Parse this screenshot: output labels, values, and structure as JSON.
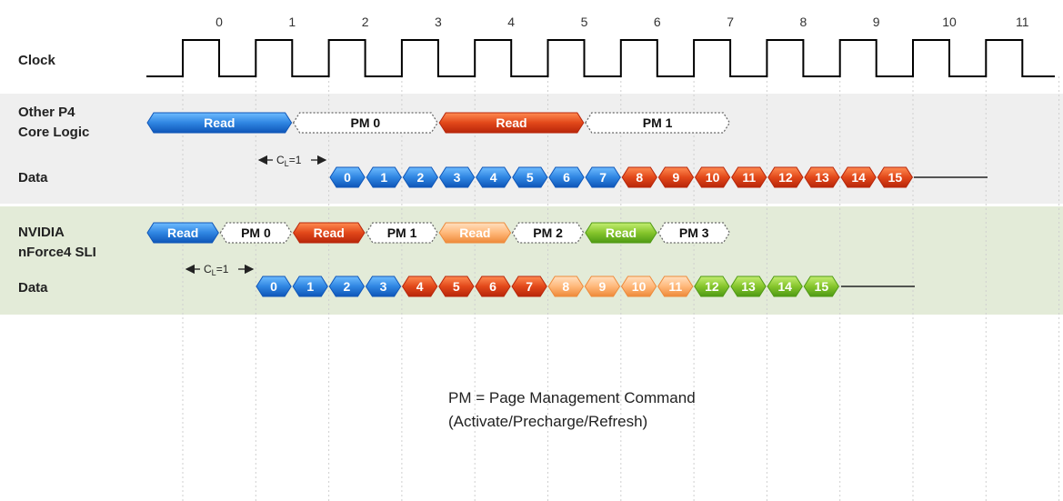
{
  "clock": {
    "label": "Clock",
    "ticks": [
      "0",
      "1",
      "2",
      "3",
      "4",
      "5",
      "6",
      "7",
      "8",
      "9",
      "10",
      "11"
    ]
  },
  "other": {
    "label_line1": "Other P4",
    "label_line2": "Core Logic",
    "data_label": "Data",
    "cl": {
      "c": "C",
      "sub": "L",
      "rest": "=1"
    },
    "commands": [
      {
        "text": "Read",
        "kind": "read",
        "color": "blue"
      },
      {
        "text": "PM 0",
        "kind": "pm"
      },
      {
        "text": "Read",
        "kind": "read",
        "color": "red"
      },
      {
        "text": "PM 1",
        "kind": "pm"
      }
    ],
    "data": [
      {
        "text": "0",
        "color": "blue"
      },
      {
        "text": "1",
        "color": "blue"
      },
      {
        "text": "2",
        "color": "blue"
      },
      {
        "text": "3",
        "color": "blue"
      },
      {
        "text": "4",
        "color": "blue"
      },
      {
        "text": "5",
        "color": "blue"
      },
      {
        "text": "6",
        "color": "blue"
      },
      {
        "text": "7",
        "color": "blue"
      },
      {
        "text": "8",
        "color": "red"
      },
      {
        "text": "9",
        "color": "red"
      },
      {
        "text": "10",
        "color": "red"
      },
      {
        "text": "11",
        "color": "red"
      },
      {
        "text": "12",
        "color": "red"
      },
      {
        "text": "13",
        "color": "red"
      },
      {
        "text": "14",
        "color": "red"
      },
      {
        "text": "15",
        "color": "red"
      }
    ]
  },
  "nvidia": {
    "label_line1": "NVIDIA",
    "label_line2": "nForce4 SLI",
    "data_label": "Data",
    "cl": {
      "c": "C",
      "sub": "L",
      "rest": "=1"
    },
    "commands": [
      {
        "text": "Read",
        "kind": "read",
        "color": "blue"
      },
      {
        "text": "PM 0",
        "kind": "pm"
      },
      {
        "text": "Read",
        "kind": "read",
        "color": "red"
      },
      {
        "text": "PM 1",
        "kind": "pm"
      },
      {
        "text": "Read",
        "kind": "read",
        "color": "orange"
      },
      {
        "text": "PM 2",
        "kind": "pm"
      },
      {
        "text": "Read",
        "kind": "read",
        "color": "green"
      },
      {
        "text": "PM 3",
        "kind": "pm"
      }
    ],
    "data": [
      {
        "text": "0",
        "color": "blue"
      },
      {
        "text": "1",
        "color": "blue"
      },
      {
        "text": "2",
        "color": "blue"
      },
      {
        "text": "3",
        "color": "blue"
      },
      {
        "text": "4",
        "color": "red"
      },
      {
        "text": "5",
        "color": "red"
      },
      {
        "text": "6",
        "color": "red"
      },
      {
        "text": "7",
        "color": "red"
      },
      {
        "text": "8",
        "color": "orange"
      },
      {
        "text": "9",
        "color": "orange"
      },
      {
        "text": "10",
        "color": "orange"
      },
      {
        "text": "11",
        "color": "orange"
      },
      {
        "text": "12",
        "color": "green"
      },
      {
        "text": "13",
        "color": "green"
      },
      {
        "text": "14",
        "color": "green"
      },
      {
        "text": "15",
        "color": "green"
      }
    ]
  },
  "legend": {
    "line1": "PM = Page Management Command",
    "line2": "(Activate/Precharge/Refresh)"
  },
  "colors": {
    "blue_light": "#4aa3f0",
    "blue_dark": "#0f56b8",
    "red_light": "#f26a2e",
    "red_dark": "#b8260a",
    "orange_light": "#ffc58e",
    "orange_dark": "#ee8a3a",
    "green_light": "#a6dd46",
    "green_dark": "#4f9a14",
    "band_other": "#efefef",
    "band_nvidia": "#e3ebd8"
  }
}
